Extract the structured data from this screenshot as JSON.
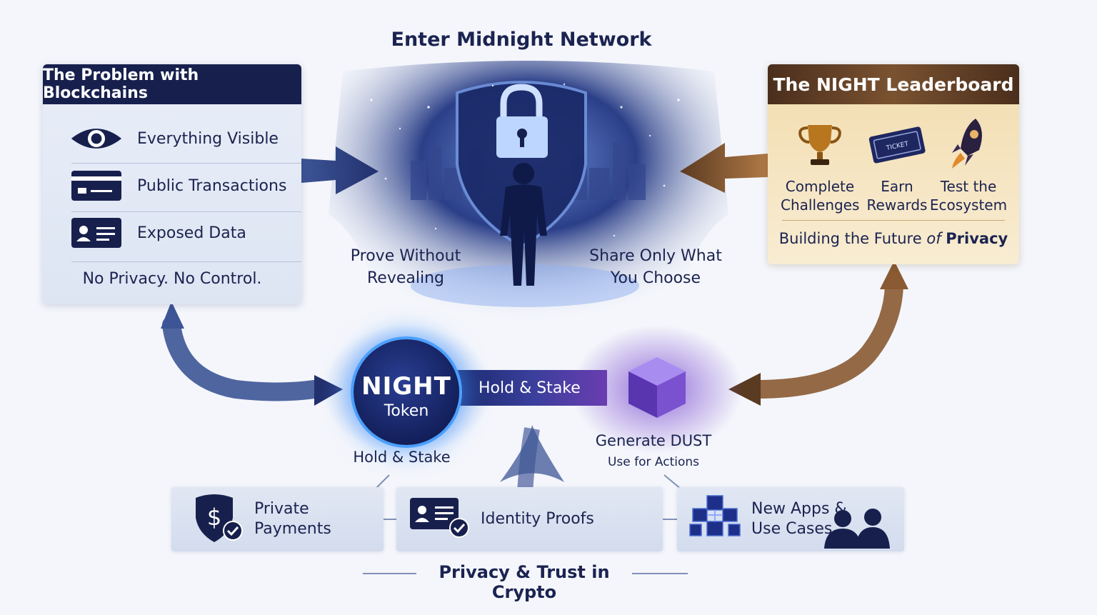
{
  "title": "Enter Midnight Network",
  "problem_panel": {
    "header": "The Problem with Blockchains",
    "items": [
      {
        "label": "Everything Visible",
        "icon": "eye-icon"
      },
      {
        "label": "Public Transactions",
        "icon": "card-icon"
      },
      {
        "label": "Exposed Data",
        "icon": "id-card-icon"
      }
    ],
    "footer": "No Privacy. No Control."
  },
  "leaderboard_panel": {
    "header": "The NIGHT Leaderboard",
    "items": [
      {
        "line1": "Complete",
        "line2": "Challenges",
        "icon": "trophy-icon"
      },
      {
        "line1": "Earn",
        "line2": "Rewards",
        "icon": "ticket-icon"
      },
      {
        "line1": "Test the",
        "line2": "Ecosystem",
        "icon": "rocket-icon"
      }
    ],
    "ticket_text": "TICKET",
    "footer_prefix": "Building the Future",
    "footer_of": "of",
    "footer_suffix": "Privacy"
  },
  "center": {
    "left_label_1": "Prove Without",
    "left_label_2": "Revealing",
    "right_label_1": "Share Only What",
    "right_label_2": "You Choose"
  },
  "token": {
    "name": "NIGHT",
    "sub": "Token",
    "band_label": "Hold & Stake",
    "below_label": "Hold & Stake",
    "dust_label": "Generate DUST",
    "dust_sub": "Use for Actions"
  },
  "use_cases": [
    {
      "label": "Private Payments",
      "icon": "shield-dollar-icon"
    },
    {
      "label": "Identity Proofs",
      "icon": "id-check-icon"
    },
    {
      "label_1": "New Apps &",
      "label_2": "Use Cases",
      "icon": "blocks-icon"
    }
  ],
  "footer": "Privacy & Trust in Crypto",
  "colors": {
    "navy": "#17204d",
    "text": "#1b2350",
    "gold": "#c9a772",
    "accent_blue": "#4aa0ff",
    "accent_purple": "#6a3db0",
    "arrow_brown": "#8a5a32"
  }
}
